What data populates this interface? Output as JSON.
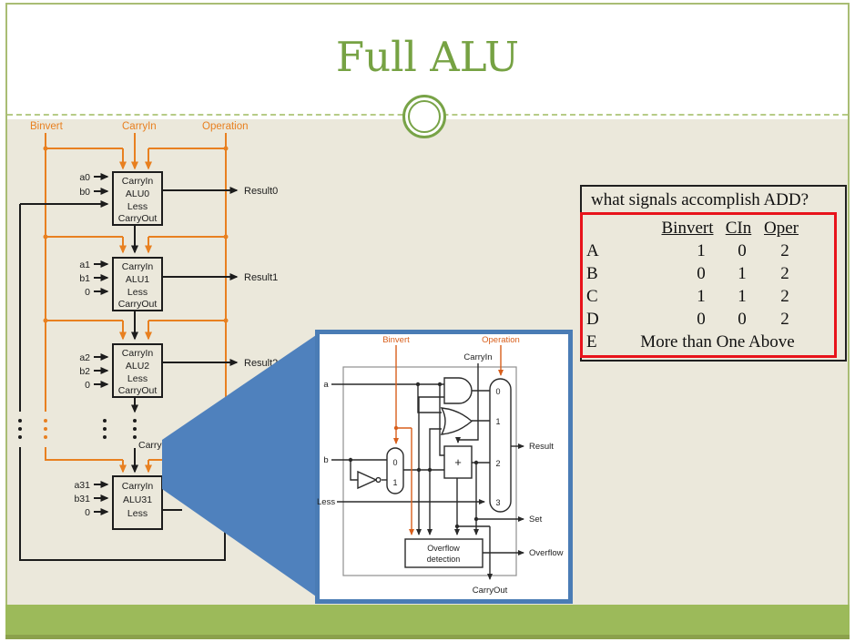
{
  "slide": {
    "title": "Full ALU"
  },
  "colors": {
    "title_green": "#76a243",
    "border_green": "#a9bd74",
    "footer_green": "#9cba5a",
    "footer_green_dark": "#8ba14c",
    "content_beige": "#ebe8db",
    "wire_orange": "#e88020",
    "inset_orange": "#d85f1c",
    "callout_blue": "#4f81bd",
    "inset_border_blue": "#4a7cb5",
    "quiz_red": "#e8131b",
    "wire_black": "#1c1c1c"
  },
  "main_diagram": {
    "signals": {
      "binvert": "Binvert",
      "carryin": "CarryIn",
      "operation": "Operation"
    },
    "carryin31_label": "CarryIn",
    "blocks": [
      {
        "input_a": "a0",
        "input_b": "b0",
        "input_less": "",
        "rows": [
          "CarryIn",
          "ALU0",
          "Less",
          "CarryOut"
        ],
        "result": "Result0"
      },
      {
        "input_a": "a1",
        "input_b": "b1",
        "input_less": "0",
        "rows": [
          "CarryIn",
          "ALU1",
          "Less",
          "CarryOut"
        ],
        "result": "Result1"
      },
      {
        "input_a": "a2",
        "input_b": "b2",
        "input_less": "0",
        "rows": [
          "CarryIn",
          "ALU2",
          "Less",
          "CarryOut"
        ],
        "result": "Result2"
      },
      {
        "input_a": "a31",
        "input_b": "b31",
        "input_less": "0",
        "rows": [
          "CarryIn",
          "ALU31",
          "Less"
        ],
        "result": ""
      }
    ]
  },
  "inset": {
    "labels": {
      "binvert": "Binvert",
      "operation": "Operation",
      "carryin": "CarryIn",
      "a": "a",
      "b": "b",
      "less": "Less",
      "result": "Result",
      "set": "Set",
      "overflow": "Overflow",
      "carryout": "CarryOut",
      "overflow_det_1": "Overflow",
      "overflow_det_2": "detection",
      "mux_in0": "0",
      "mux_in1": "1",
      "mux_in2": "2",
      "mux_in3": "3",
      "bmux_0": "0",
      "bmux_1": "1",
      "adder_plus": "+"
    }
  },
  "quiz": {
    "question": "what signals accomplish ADD?",
    "col_headers": [
      "Binvert",
      "CIn",
      "Oper"
    ],
    "rows": [
      {
        "option": "A",
        "binvert": "1",
        "cin": "0",
        "oper": "2"
      },
      {
        "option": "B",
        "binvert": "0",
        "cin": "1",
        "oper": "2"
      },
      {
        "option": "C",
        "binvert": "1",
        "cin": "1",
        "oper": "2"
      },
      {
        "option": "D",
        "binvert": "0",
        "cin": "0",
        "oper": "2"
      }
    ],
    "last_row": {
      "option": "E",
      "text": "More than One Above"
    }
  }
}
